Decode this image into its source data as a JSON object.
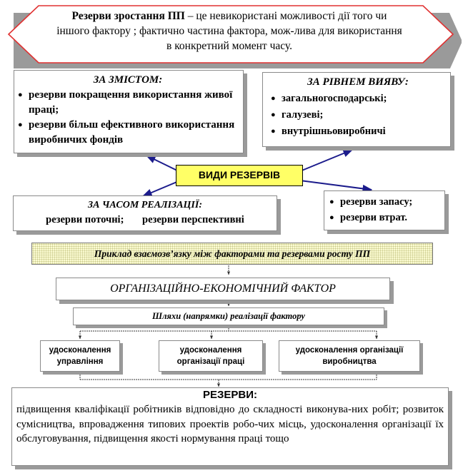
{
  "header": {
    "term": "Резерви зростання ПП",
    "text": " – це невикористані можливості дії того чи іншого фактору ; фактично частина фактора, мож-лива для використання в конкретний момент часу."
  },
  "by_content": {
    "title": "ЗА ЗМІСТОМ:",
    "items": [
      "резерви покращення використання живої праці;",
      "резерви більш ефективного використання виробничих фондів"
    ]
  },
  "by_level": {
    "title": "ЗА РІВНЕМ ВИЯВУ:",
    "items": [
      "загальногосподарські;",
      "галузеві;",
      "внутрішньовиробничі"
    ]
  },
  "center": {
    "label": "ВИДИ РЕЗЕРВІВ"
  },
  "by_time": {
    "title": "ЗА ЧАСОМ РЕАЛІЗАЦІЇ:",
    "current": "резерви поточні;",
    "perspective": "резерви перспективні"
  },
  "by_type": {
    "items": [
      "резерви запасу;",
      "резерви втрат."
    ]
  },
  "example": {
    "label": "Приклад взаємозв’язку між факторами та резервами росту ПП"
  },
  "factor": {
    "label": "ОРГАНІЗАЦІЙНО-ЕКОНОМІЧНИЙ ФАКТОР"
  },
  "ways": {
    "label": "Шляхи (напрямки) реалізації фактору"
  },
  "directions": [
    "удосконалення управління",
    "удосконалення організації праці",
    "удосконалення організації виробництва"
  ],
  "reserves": {
    "title": "РЕЗЕРВИ:",
    "text": "підвищення кваліфікації робітників відповідно до складності виконува-них робіт; розвиток сумісництва, впровадження типових проектів робо-чих місць, удосконалення організації їх обслуговування, підвищення якості нормування праці тощо"
  },
  "colors": {
    "hex_border": "#e03030",
    "center_fill": "#ffff66",
    "arrow": "#1c1c8c"
  }
}
